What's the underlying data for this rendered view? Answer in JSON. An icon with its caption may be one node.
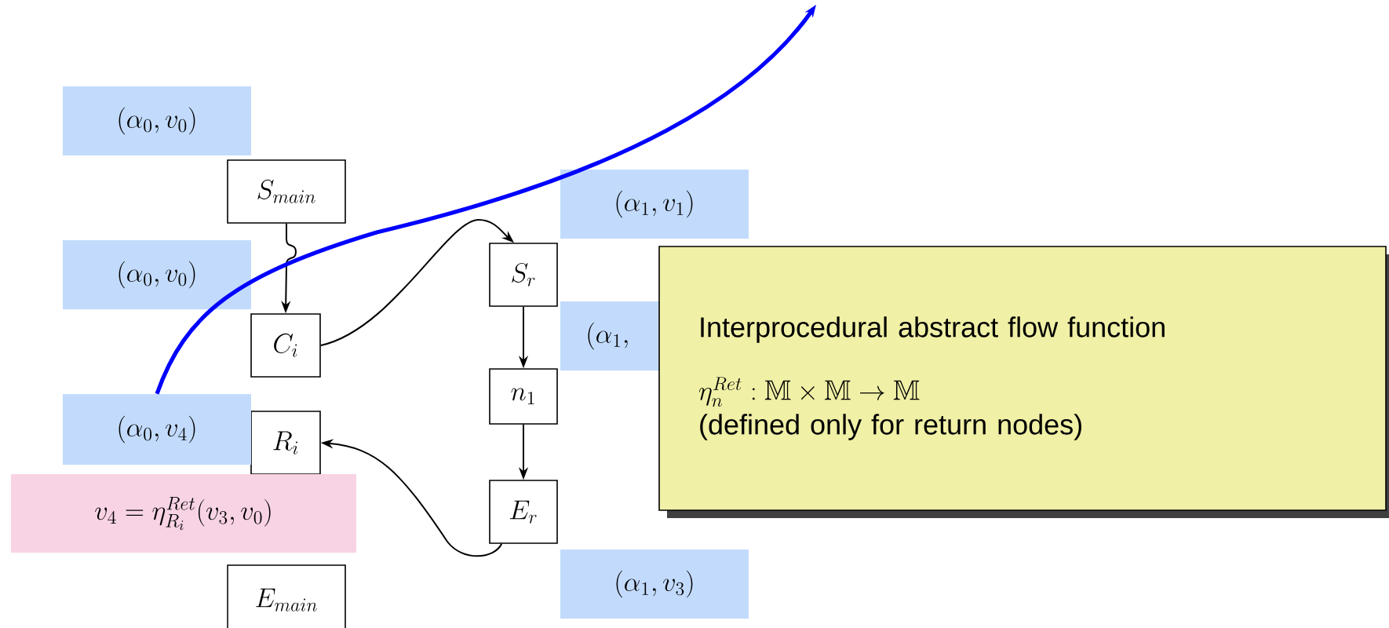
{
  "diagram": {
    "nodes": [
      {
        "text": [
          "S_{main}"
        ]
      },
      {
        "text": [
          "C_i"
        ]
      },
      {
        "text": [
          "R_i"
        ]
      },
      {
        "text": [
          "E_{main}"
        ]
      },
      {
        "text": [
          "S_r"
        ]
      },
      {
        "text": [
          "n_1"
        ]
      },
      {
        "text": [
          "E_r"
        ]
      },
      {
        "text": [
          "(\\alpha_0, v_0)"
        ]
      },
      {
        "text": [
          "(\\alpha_0, v_0)"
        ]
      },
      {
        "text": [
          "(\\alpha_0, v_4)"
        ]
      },
      {
        "text": [
          "v_4 = \\eta^{Ret}_{R_i}(v_3, v_0)"
        ]
      },
      {
        "text": [
          "(\\alpha_1, v_1)"
        ]
      },
      {
        "text": [
          "(\\alpha_1,"
        ]
      },
      {
        "text": [
          "(\\alpha_1, v_3)"
        ]
      },
      {
        "text": [
          "Interprocedural abstract flow function",
          "\\eta_n^{Ret} : \\mathbb{M} \\times \\mathbb{M} \\to \\mathbb{M}",
          "(defined only for return nodes)"
        ]
      }
    ],
    "edges": [
      {
        "from": 0,
        "to": 1,
        "arrow": "to"
      },
      {
        "from": 1,
        "to": 4,
        "arrow": "to"
      },
      {
        "from": 4,
        "to": 5,
        "arrow": "to"
      },
      {
        "from": 5,
        "to": 6,
        "arrow": "to"
      },
      {
        "from": 6,
        "to": 2,
        "arrow": "to"
      },
      {
        "from": 9,
        "to": null,
        "arrow": "to",
        "style": "thick",
        "color": "#0000ff"
      }
    ]
  }
}
